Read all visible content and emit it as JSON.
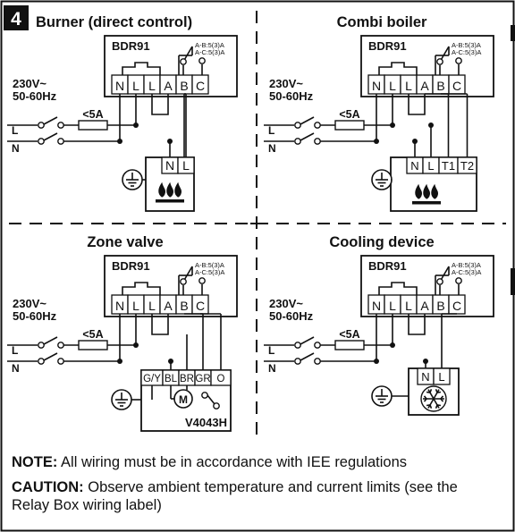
{
  "figure_number": "4",
  "relay_label": "BDR91",
  "contact_ratings": [
    "A-B:5(3)A",
    "A-C:5(3)A"
  ],
  "supply": {
    "voltage": "230V~",
    "frequency": "50-60Hz",
    "fuse": "<5A",
    "live": "L",
    "neutral": "N"
  },
  "relay_terminals": [
    "N",
    "L",
    "L",
    "A",
    "B",
    "C"
  ],
  "panels": [
    {
      "title": "Burner (direct control)",
      "device_terminals": [
        "N",
        "L"
      ],
      "device_icon": "flame-icon"
    },
    {
      "title": "Combi boiler",
      "device_terminals": [
        "N",
        "L",
        "T1",
        "T2"
      ],
      "device_icon": "flame-icon"
    },
    {
      "title": "Zone valve",
      "device_terminals": [
        "G/Y",
        "BL",
        "BR",
        "GR",
        "O"
      ],
      "device_icon": "motor-icon",
      "device_model": "V4043H",
      "motor_label": "M"
    },
    {
      "title": "Cooling device",
      "device_terminals": [
        "N",
        "L"
      ],
      "device_icon": "snowflake-icon"
    }
  ],
  "note": {
    "label": "NOTE:",
    "text": " All wiring must be in accordance with IEE regulations"
  },
  "caution": {
    "label": "CAUTION:",
    "text": " Observe ambient temperature and current limits (see the Relay Box wiring label)"
  }
}
